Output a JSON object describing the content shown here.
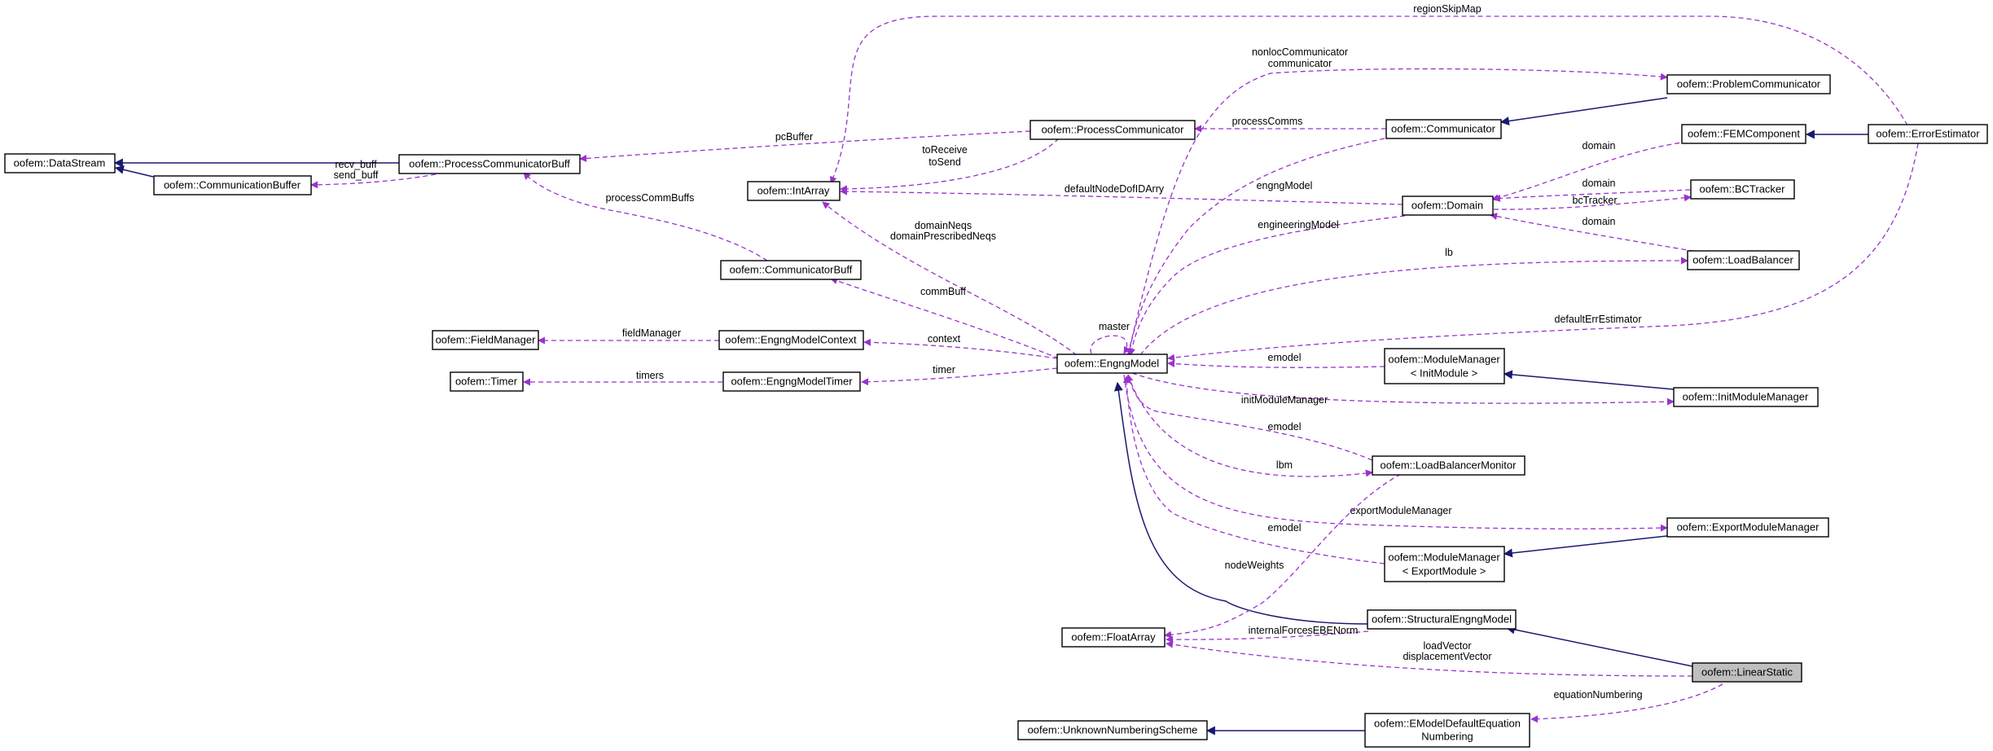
{
  "nodes": {
    "datastream": "oofem::DataStream",
    "commbuffer": "oofem::CommunicationBuffer",
    "pcbuff": "oofem::ProcessCommunicatorBuff",
    "intarray": "oofem::IntArray",
    "procomm": "oofem::ProcessCommunicator",
    "communicator": "oofem::Communicator",
    "problemcomm": "oofem::ProblemCommunicator",
    "femcomp": "oofem::FEMComponent",
    "errest": "oofem::ErrorEstimator",
    "domain": "oofem::Domain",
    "bctracker": "oofem::BCTracker",
    "loadbalancer": "oofem::LoadBalancer",
    "commbuff": "oofem::CommunicatorBuff",
    "fieldmgr": "oofem::FieldManager",
    "emcontext": "oofem::EngngModelContext",
    "timer": "oofem::Timer",
    "emtimer": "oofem::EngngModelTimer",
    "engngmodel": "oofem::EngngModel",
    "mminit_l1": "oofem::ModuleManager",
    "mminit_l2": "< InitModule >",
    "initmm": "oofem::InitModuleManager",
    "lbmonitor": "oofem::LoadBalancerMonitor",
    "exportmm": "oofem::ExportModuleManager",
    "mmexport_l1": "oofem::ModuleManager",
    "mmexport_l2": "< ExportModule >",
    "floatarray": "oofem::FloatArray",
    "structural": "oofem::StructuralEngngModel",
    "linearstatic": "oofem::LinearStatic",
    "unknownnum": "oofem::UnknownNumberingScheme",
    "emodelnum_l1": "oofem::EModelDefaultEquation",
    "emodelnum_l2": "Numbering"
  },
  "labels": {
    "regionSkipMap": "regionSkipMap",
    "nonlocCommunicator": "nonlocCommunicator",
    "communicator": "communicator",
    "pcBuffer": "pcBuffer",
    "processComms": "processComms",
    "recv_buff": "recv_buff",
    "send_buff": "send_buff",
    "toReceive": "toReceive",
    "toSend": "toSend",
    "engngModel": "engngModel",
    "domain_fem": "domain",
    "domain_bc": "domain",
    "bcTracker": "bcTracker",
    "domain_lb": "domain",
    "processCommBuffs": "processCommBuffs",
    "defaultNodeDofIDArry": "defaultNodeDofIDArry",
    "domainNeqs": "domainNeqs",
    "domainPrescribedNeqs": "domainPrescribedNeqs",
    "engineeringModel": "engineeringModel",
    "lb": "lb",
    "commBuff": "commBuff",
    "master": "master",
    "defaultErrEstimator": "defaultErrEstimator",
    "fieldManager": "fieldManager",
    "context": "context",
    "timers": "timers",
    "timer": "timer",
    "emodel_init": "emodel",
    "initModuleManager": "initModuleManager",
    "emodel_lbm": "emodel",
    "lbm": "lbm",
    "exportModuleManager": "exportModuleManager",
    "emodel_export": "emodel",
    "nodeWeights": "nodeWeights",
    "internalForcesEBENorm": "internalForcesEBENorm",
    "loadVector": "loadVector",
    "displacementVector": "displacementVector",
    "equationNumbering": "equationNumbering"
  },
  "colors": {
    "usage_edge": "#9a32cd",
    "inheritance_edge": "#191970",
    "highlight_node": "#bfbfbf"
  }
}
